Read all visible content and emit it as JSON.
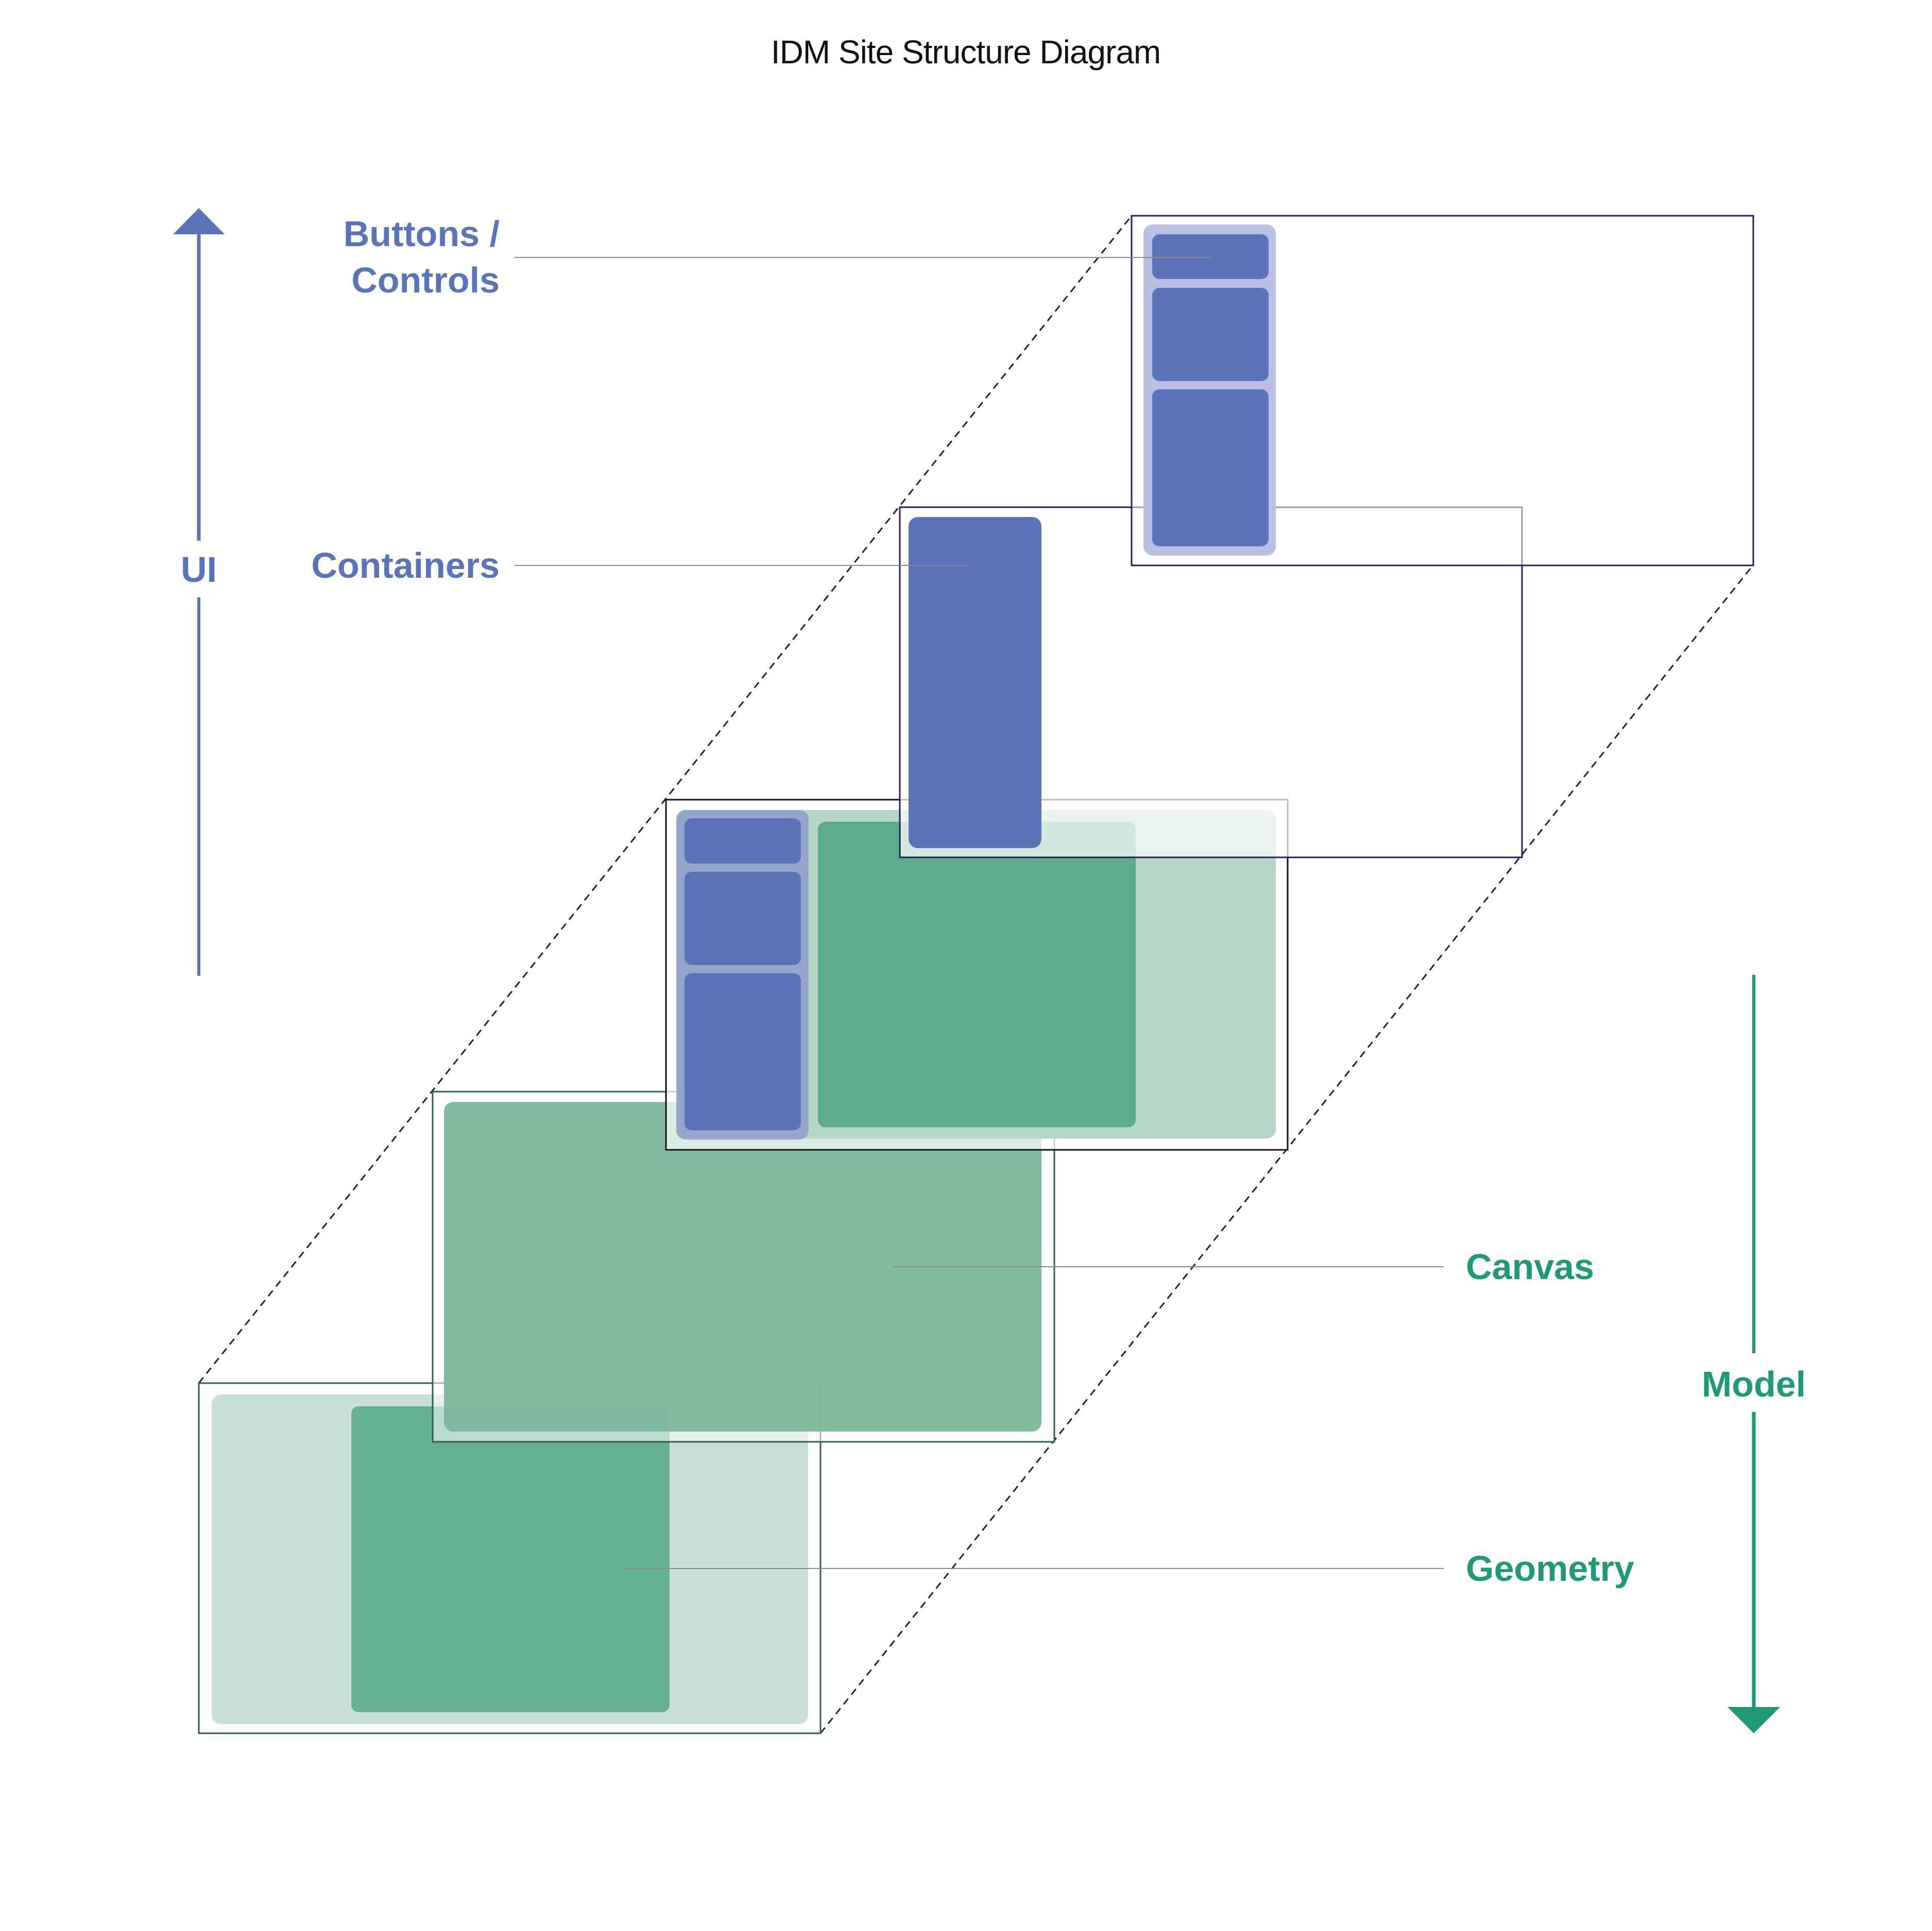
{
  "title": "IDM Site Structure Diagram",
  "ui_axis": {
    "label": "UI",
    "direction": "up"
  },
  "model_axis": {
    "label": "Model",
    "direction": "down"
  },
  "layers": {
    "buttons": {
      "label_line1": "Buttons /",
      "label_line2": "Controls"
    },
    "containers": {
      "label": "Containers"
    },
    "canvas": {
      "label": "Canvas"
    },
    "geometry": {
      "label": "Geometry"
    }
  },
  "colors": {
    "ui_blue": "#5B73B8",
    "ui_blue_light": "#B9C0E4",
    "model_green": "#1F9A74",
    "green_mid": "#7CB79C",
    "green_dark": "#66B094",
    "green_light": "#C8E0D5",
    "frame_navy": "#1F2060",
    "frame_green": "#2F5E4C",
    "leader_gray": "#8A8A8A"
  }
}
